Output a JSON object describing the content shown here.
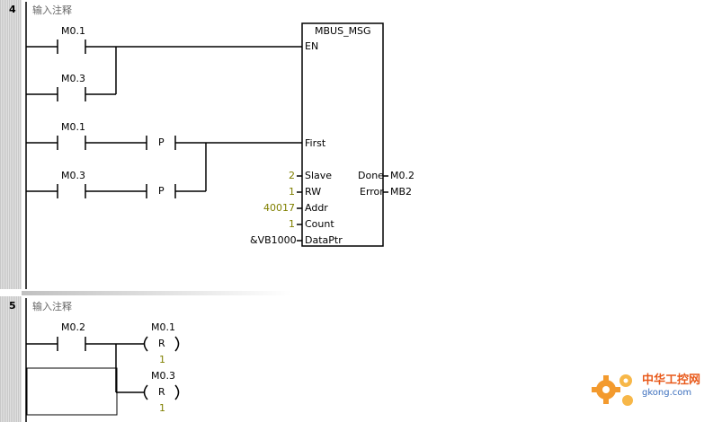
{
  "network4": {
    "number": "4",
    "comment": "输入注释",
    "contacts": {
      "row1": "M0.1",
      "row2": "M0.3",
      "row3": "M0.1",
      "row4": "M0.3"
    },
    "p_label": "P",
    "block": {
      "title": "MBUS_MSG",
      "inputs": [
        "EN",
        "First",
        "Slave",
        "RW",
        "Addr",
        "Count",
        "DataPtr"
      ],
      "outputs": [
        "Done",
        "Error"
      ],
      "input_values": {
        "slave": "2",
        "rw": "1",
        "addr": "40017",
        "count": "1",
        "dataptr": "&VB1000"
      },
      "output_values": {
        "done": "M0.2",
        "error": "MB2"
      }
    }
  },
  "network5": {
    "number": "5",
    "comment": "输入注释",
    "contact": "M0.2",
    "coils": [
      {
        "address": "M0.1",
        "type": "R",
        "count": "1"
      },
      {
        "address": "M0.3",
        "type": "R",
        "count": "1"
      }
    ]
  },
  "watermark": {
    "line1": "中华工控网",
    "line2": "gkong.com"
  },
  "colors": {
    "gutter": "#d4d4d4",
    "olive_value": "#808000",
    "watermark_orange": "#e8591a",
    "watermark_blue": "#3a6ebd"
  }
}
